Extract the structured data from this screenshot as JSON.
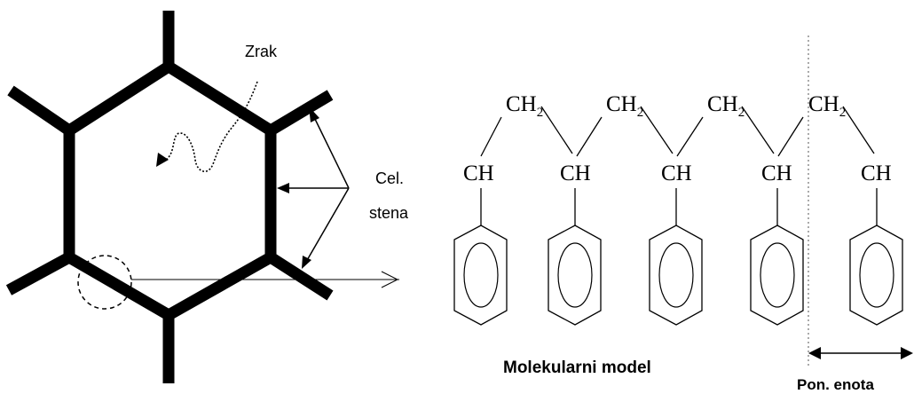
{
  "cell_diagram": {
    "air_label": "Zrak",
    "cell_wall_label_line1": "Cel.",
    "cell_wall_label_line2": "stena"
  },
  "molecule": {
    "ch2_main": "CH",
    "ch2_sub": "2",
    "ch_label": "CH",
    "model_caption": "Molekularni model",
    "repeat_unit_label": "Pon. enota"
  }
}
